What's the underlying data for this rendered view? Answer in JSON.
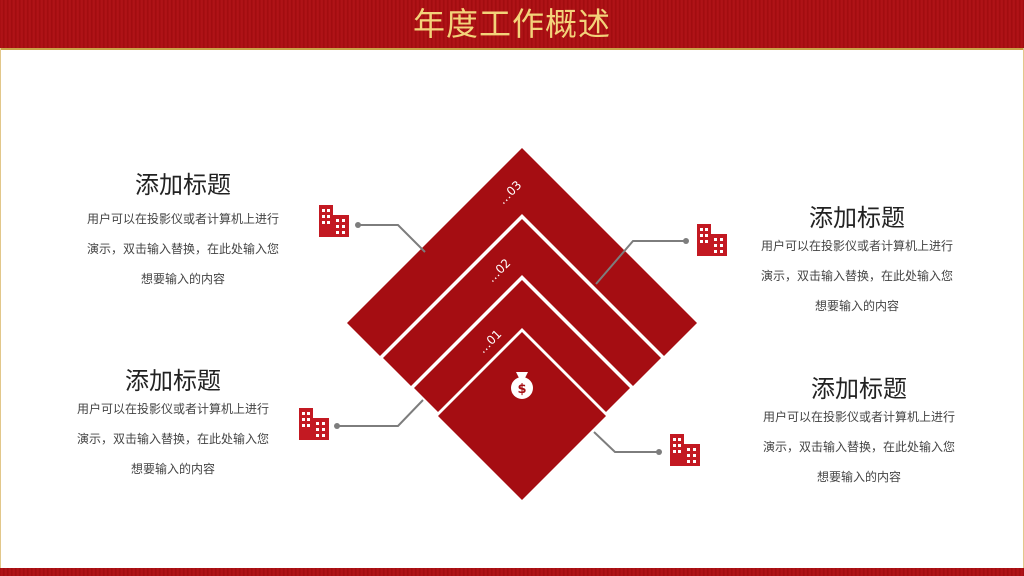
{
  "title": "年度工作概述",
  "steps": [
    {
      "label": "…01"
    },
    {
      "label": "…02"
    },
    {
      "label": "…03"
    }
  ],
  "blocks": [
    {
      "heading": "添加标题",
      "lines": [
        "用户可以在投影仪或者计算机上进行",
        "演示，双击输入替换，在此处输入您",
        "想要输入的内容"
      ]
    },
    {
      "heading": "添加标题",
      "lines": [
        "用户可以在投影仪或者计算机上进行",
        "演示，双击输入替换，在此处输入您",
        "想要输入的内容"
      ]
    },
    {
      "heading": "添加标题",
      "lines": [
        "用户可以在投影仪或者计算机上进行",
        "演示，双击输入替换，在此处输入您",
        "想要输入的内容"
      ]
    },
    {
      "heading": "添加标题",
      "lines": [
        "用户可以在投影仪或者计算机上进行",
        "演示，双击输入替换，在此处输入您",
        "想要输入的内容"
      ]
    }
  ],
  "colors": {
    "accent": "#a50d12",
    "title_text": "#f3d37a",
    "connector": "#7d7d7d"
  },
  "icons": [
    "money-bag-icon",
    "building-icon"
  ]
}
